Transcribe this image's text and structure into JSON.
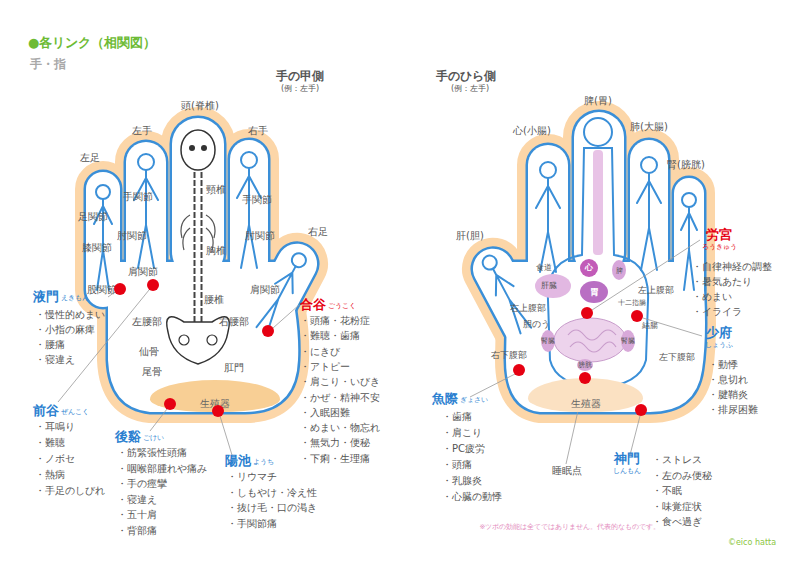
{
  "diagram": {
    "title": "●各リンク（相関図）",
    "nodes": [
      {
        "text": [
          "液門",
          "えきもん",
          "・慢性的めまい",
          "・小指の麻痺",
          "・腰痛",
          "・寝違え"
        ]
      },
      {
        "text": [
          "前谷",
          "ぜんこく",
          "・耳鳴り",
          "・難聴",
          "・ノボセ",
          "・熱病",
          "・手足のしびれ"
        ]
      },
      {
        "text": [
          "後谿",
          "ごけい",
          "・筋緊張性頭痛",
          "・咽喉部腫れや痛み",
          "・手の痙攣",
          "・寝違え",
          "・五十肩",
          "・背部痛"
        ]
      },
      {
        "text": [
          "陽池",
          "ようち",
          "・リウマチ",
          "・しもやけ・冷え性",
          "・抜け毛・口の渇き",
          "・手関節痛"
        ]
      },
      {
        "text": [
          "合谷",
          "ごうこく",
          "・頭痛・花粉症",
          "・難聴・歯痛",
          "・にきび",
          "・アトピー",
          "・肩こり・いびき",
          "・かぜ・精神不安",
          "・入眠困難",
          "・めまい・物忘れ",
          "・無気力・便秘",
          "・下痢・生理痛"
        ]
      },
      {
        "text": [
          "生殖器"
        ]
      },
      {
        "text": [
          "労宮",
          "ろうきゅう",
          "・自律神経の調整",
          "・暑気あたり",
          "・めまい",
          "・イライラ"
        ]
      },
      {
        "text": [
          "少府",
          "しょうふ",
          "・動悸",
          "・息切れ",
          "・腱鞘炎",
          "・排尿困難"
        ]
      },
      {
        "text": [
          "魚際",
          "ぎょさい",
          "・歯痛",
          "・肩こり",
          "・PC疲労",
          "・頭痛",
          "・乳腺炎",
          "・心臓の動悸"
        ]
      },
      {
        "text": [
          "睡眠点"
        ]
      },
      {
        "text": [
          "生殖器"
        ]
      },
      {
        "text": [
          "神門",
          "しんもん",
          "・ストレス",
          "・左のみ便秘",
          "・不眠",
          "・味覚症状",
          "・食べ過ぎ"
        ]
      }
    ],
    "labels": [
      "手・指",
      "手の甲側",
      "(例：左手)",
      "手のひら側",
      "(例：左手)",
      "頭(脊椎)",
      "左手",
      "右手",
      "左足",
      "手関節",
      "頸椎",
      "手関節",
      "足関節",
      "肘関節",
      "肘関節",
      "膝関節",
      "胸椎",
      "右足",
      "肩関節",
      "股関節",
      "腰椎",
      "肩関節",
      "左腰部",
      "右腰部",
      "仙骨",
      "尾骨",
      "肛門",
      "脾(胃)",
      "心(小腸)",
      "肺(大腸)",
      "腎(膀胱)",
      "肝(胆)",
      "食道",
      "心",
      "肝臓",
      "胃",
      "脾",
      "十二指腸",
      "左上腹部",
      "右上腹部",
      "胆のう",
      "結腸",
      "腎臓",
      "腎臓",
      "右下腹部",
      "左下腹部",
      "膀胱",
      "※ツボの効能は全てではありません。代表的なものです。",
      "©eico hatta"
    ]
  }
}
